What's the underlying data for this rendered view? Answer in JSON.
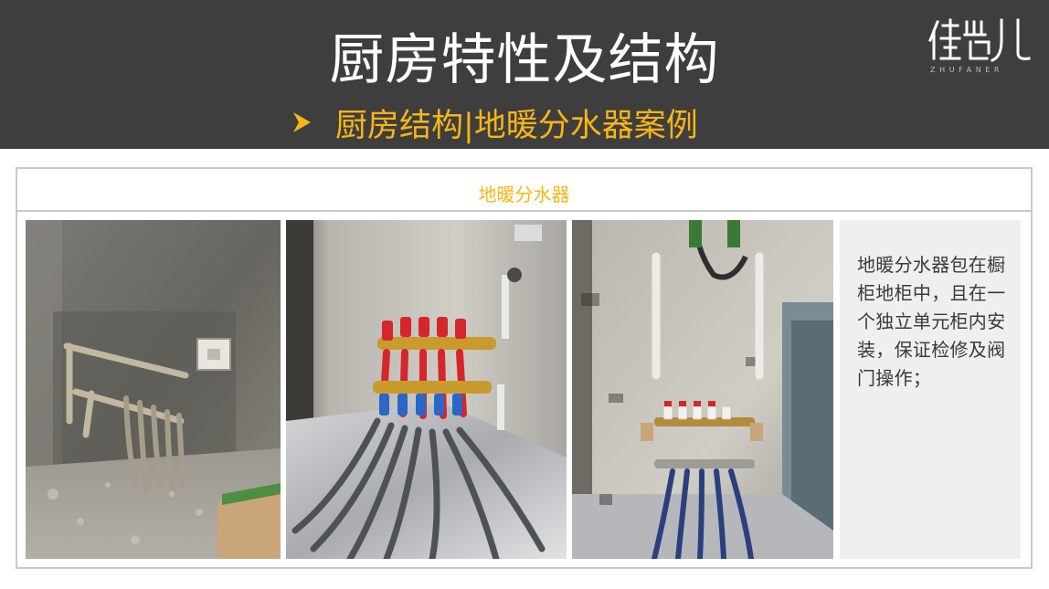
{
  "header": {
    "title": "厨房特性及结构",
    "subtitle": "厨房结构|地暖分水器案例",
    "bullet_icon": "arrow-right-icon",
    "logo_sub": "ZHUFANER"
  },
  "panel": {
    "heading": "地暖分水器",
    "description": "地暖分水器包在橱柜地柜中，且在一个独立单元柜内安装，保证检修及阀门操作；"
  },
  "photos": [
    {
      "icon": "rough-wall-manifold-photo"
    },
    {
      "icon": "installed-manifold-red-blue-photo"
    },
    {
      "icon": "manifold-white-valves-photo"
    }
  ],
  "colors": {
    "header_bg": "#3e3e3e",
    "accent": "#f7b516",
    "border": "#c9c9c9",
    "desc_bg": "#efefef"
  }
}
